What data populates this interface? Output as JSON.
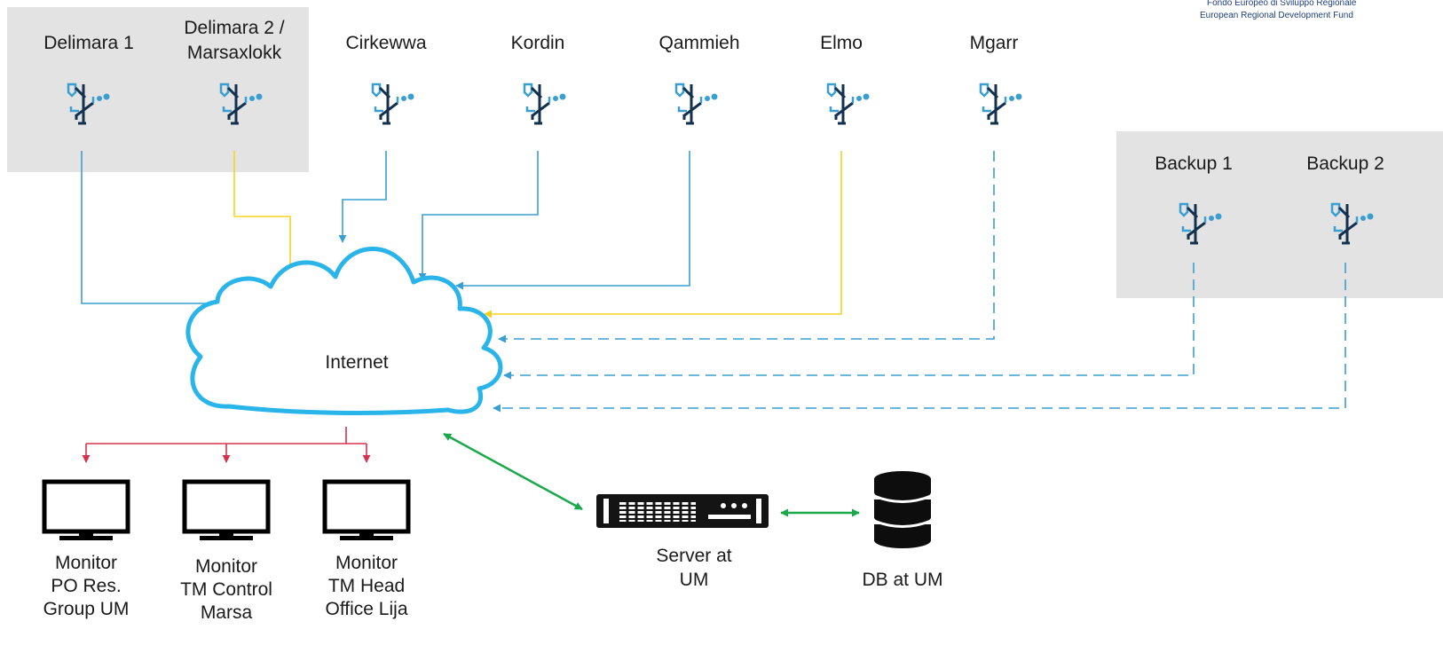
{
  "header": {
    "line1": "Fondo Europeo di Sviluppo Regionale",
    "line2": "European Regional Development Fund"
  },
  "stations": [
    {
      "label": "Delimara 1",
      "link": "direct"
    },
    {
      "label": "Delimara 2 /",
      "label2": "Marsaxlokk",
      "link": "yellow"
    },
    {
      "label": "Cirkewwa",
      "link": "direct"
    },
    {
      "label": "Kordin",
      "link": "direct"
    },
    {
      "label": "Qammieh",
      "link": "direct"
    },
    {
      "label": "Elmo",
      "link": "yellow"
    },
    {
      "label": "Mgarr",
      "link": "dashed"
    }
  ],
  "backups": [
    {
      "label": "Backup 1",
      "link": "dashed"
    },
    {
      "label": "Backup 2",
      "link": "dashed"
    }
  ],
  "cloud": {
    "label": "Internet"
  },
  "monitors": [
    {
      "lines": [
        "Monitor",
        "PO Res.",
        "Group UM"
      ]
    },
    {
      "lines": [
        "Monitor",
        "TM Control",
        "Marsa"
      ]
    },
    {
      "lines": [
        "Monitor",
        "TM Head",
        "Office Lija"
      ]
    }
  ],
  "server": {
    "lines": [
      "Server at",
      "UM"
    ]
  },
  "database": {
    "label": "DB at UM"
  },
  "colors": {
    "blue": "#3a9fd0",
    "yellow": "#f5d21f",
    "red": "#d8304f",
    "green": "#1aa84a",
    "dark": "#13304f",
    "gray_panel": "#e3e3e3"
  },
  "icons": {
    "station": "sensor-mast-icon",
    "monitor": "monitor-icon",
    "server": "server-rack-icon",
    "database": "database-icon",
    "cloud": "cloud-icon"
  }
}
